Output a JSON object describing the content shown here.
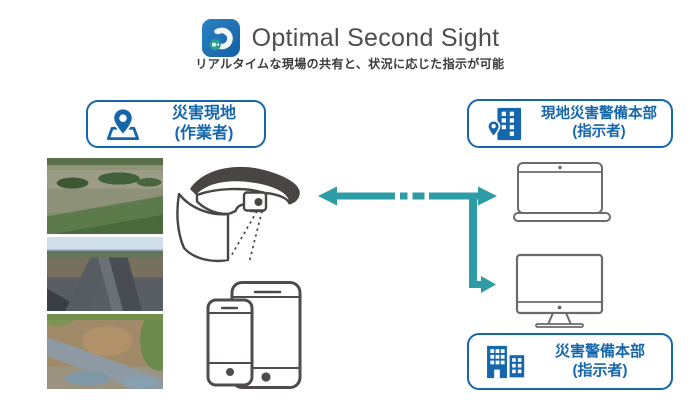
{
  "header": {
    "title": "Optimal Second Sight",
    "subtitle": "リアルタイムな現場の共有と、状況に応じた指示が可能",
    "logo": {
      "name": "optimal-second-sight-logo",
      "bg_color": "#1766ae",
      "badge_color": "#2a9d8f"
    }
  },
  "colors": {
    "primary_blue": "#1566ad",
    "arrow_teal": "#2E9CA6",
    "illustration_dark": "#4a4545",
    "device_gray": "#6b6b6b",
    "title_gray": "#4d4d4d"
  },
  "nodes": {
    "disaster_site": {
      "line1": "災害現地",
      "line2": "(作業者)",
      "icon": "map-pin-icon"
    },
    "field_command": {
      "line1": "現地災害警備本部",
      "line2": "(指示者)",
      "icon": "building-pin-icon"
    },
    "main_command": {
      "line1": "災害警備本部",
      "line2": "(指示者)",
      "icon": "buildings-icon"
    }
  },
  "illustrations": {
    "photos": [
      {
        "name": "flood-river-photo",
        "description": "flooded river with submerged vegetation"
      },
      {
        "name": "damaged-road-photo",
        "description": "collapsed road slabs after disaster"
      },
      {
        "name": "landslide-aerial-photo",
        "description": "aerial view of landslide"
      }
    ],
    "devices": [
      {
        "name": "smart-glasses-illustration"
      },
      {
        "name": "smartphones-illustration"
      },
      {
        "name": "laptop-illustration"
      },
      {
        "name": "desktop-monitor-illustration"
      }
    ]
  }
}
